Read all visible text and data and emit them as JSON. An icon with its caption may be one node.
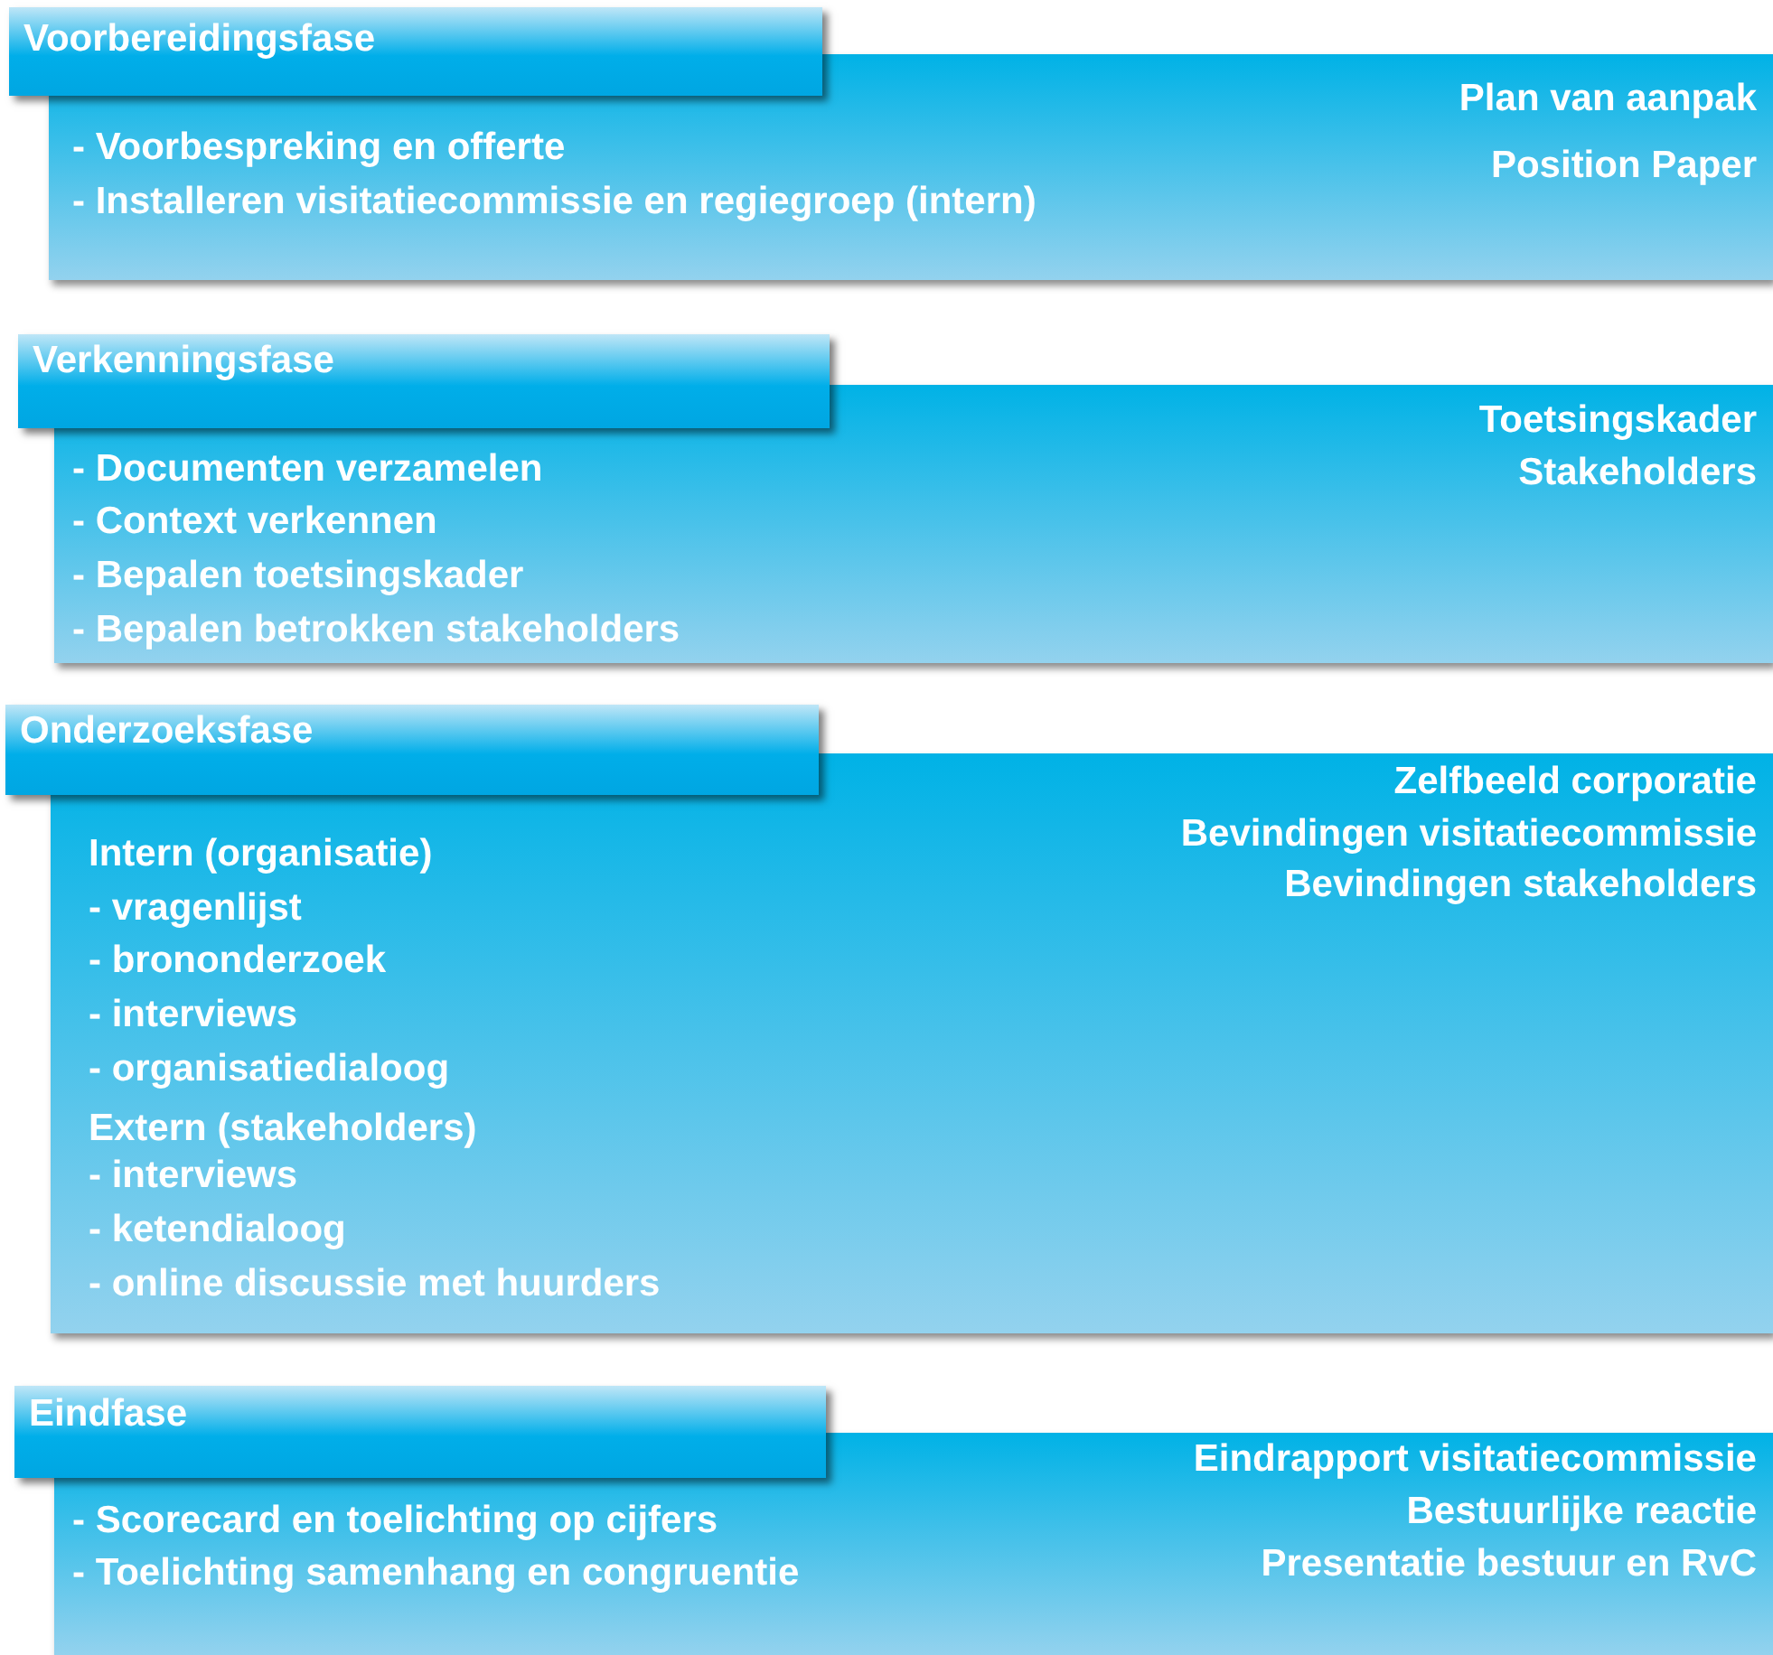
{
  "diagram": {
    "nodes": [
      {
        "text": [
          "Voorbereidingsfase"
        ]
      },
      {
        "text": [
          "- Voorbespreking en offerte",
          "- Installeren visitatiecommissie en regiegroep (intern)",
          "Plan van aanpak",
          "Position Paper"
        ]
      },
      {
        "text": [
          "Verkenningsfase"
        ]
      },
      {
        "text": [
          "- Documenten verzamelen",
          "- Context verkennen",
          "- Bepalen toetsingskader",
          "- Bepalen betrokken stakeholders",
          "Toetsingskader",
          "Stakeholders"
        ]
      },
      {
        "text": [
          "Onderzoeksfase"
        ]
      },
      {
        "text": [
          "Intern (organisatie)",
          "- vragenlijst",
          "- brononderzoek",
          "- interviews",
          "- organisatiedialoog",
          "Extern (stakeholders)",
          "- interviews",
          "- ketendialoog",
          "- online discussie met huurders",
          "Zelfbeeld corporatie",
          "Bevindingen visitatiecommissie",
          "Bevindingen stakeholders"
        ]
      },
      {
        "text": [
          "Eindfase"
        ]
      },
      {
        "text": [
          "- Scorecard en toelichting op cijfers",
          "- Toelichting samenhang en congruentie",
          "Eindrapport visitatiecommissie",
          "Bestuurlijke reactie",
          "Presentatie bestuur en RvC"
        ]
      }
    ],
    "edges": []
  }
}
